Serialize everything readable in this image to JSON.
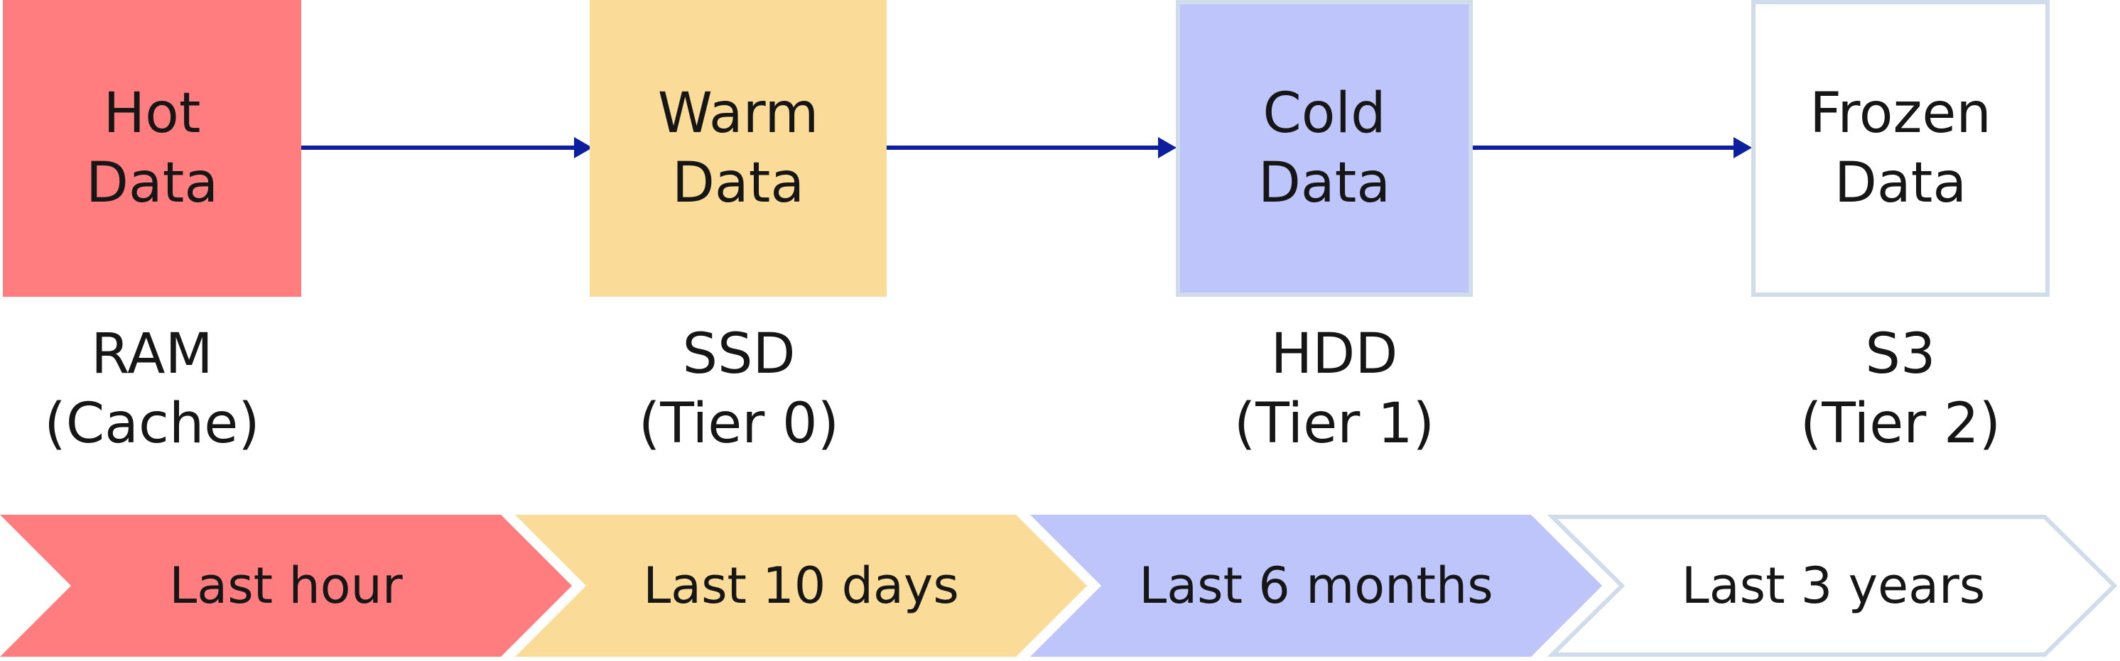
{
  "tiers": [
    {
      "name_line1": "Hot",
      "name_line2": "Data",
      "media_line1": "RAM",
      "media_line2": "(Cache)",
      "retention": "Last hour",
      "fill": "#ff7d7e",
      "border": "#ff7d7e"
    },
    {
      "name_line1": "Warm",
      "name_line2": "Data",
      "media_line1": "SSD",
      "media_line2": "(Tier 0)",
      "retention": "Last 10 days",
      "fill": "#fadb98",
      "border": "#fadb98"
    },
    {
      "name_line1": "Cold",
      "name_line2": "Data",
      "media_line1": "HDD",
      "media_line2": "(Tier 1)",
      "retention": "Last 6 months",
      "fill": "#bec5fa",
      "border": "#d0dcec"
    },
    {
      "name_line1": "Frozen",
      "name_line2": "Data",
      "media_line1": "S3",
      "media_line2": "(Tier 2)",
      "retention": "Last 3 years",
      "fill": "#ffffff",
      "border": "#d0dcec"
    }
  ],
  "arrow_color": "#0d1f9e"
}
